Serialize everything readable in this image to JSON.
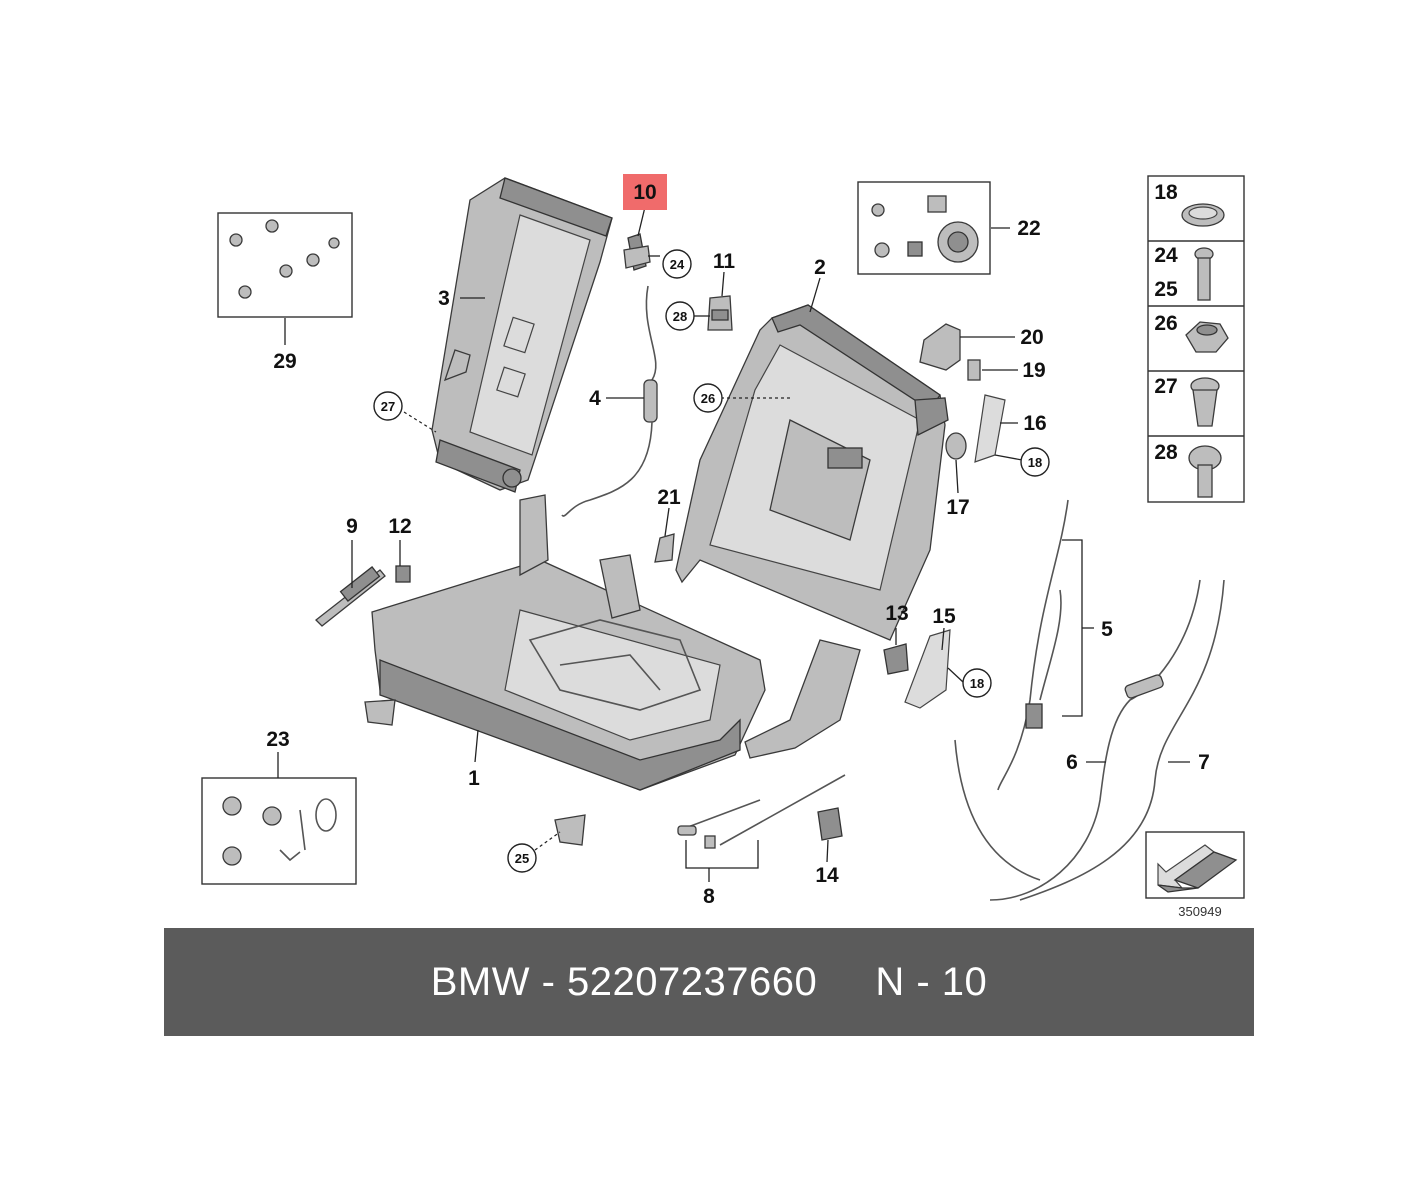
{
  "labels": {
    "l1": "1",
    "l2": "2",
    "l3": "3",
    "l4": "4",
    "l5": "5",
    "l6": "6",
    "l7": "7",
    "l8": "8",
    "l9": "9",
    "l10": "10",
    "l11": "11",
    "l12": "12",
    "l13": "13",
    "l14": "14",
    "l15": "15",
    "l16": "16",
    "l17": "17",
    "l19": "19",
    "l20": "20",
    "l21": "21",
    "l22": "22",
    "l23": "23",
    "l29": "29"
  },
  "circled": {
    "c24": "24",
    "c28": "28",
    "c26": "26",
    "c27": "27",
    "c18a": "18",
    "c18b": "18",
    "c25": "25"
  },
  "legend": [
    "18",
    "24",
    "25",
    "26",
    "27",
    "28"
  ],
  "highlight": {
    "number": "10",
    "color": "#f06b6b"
  },
  "reference_number": "350949",
  "caption": "BMW - 52207237660     N - 10"
}
